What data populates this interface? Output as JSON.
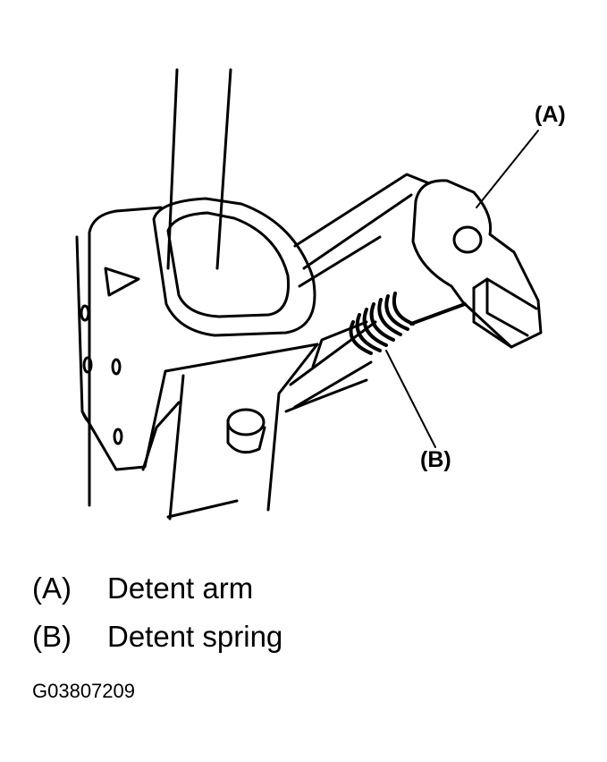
{
  "callouts": {
    "a": "(A)",
    "b": "(B)"
  },
  "legend": [
    {
      "key": "(A)",
      "label": "Detent arm"
    },
    {
      "key": "(B)",
      "label": "Detent spring"
    }
  ],
  "figure_code": "G03807209"
}
